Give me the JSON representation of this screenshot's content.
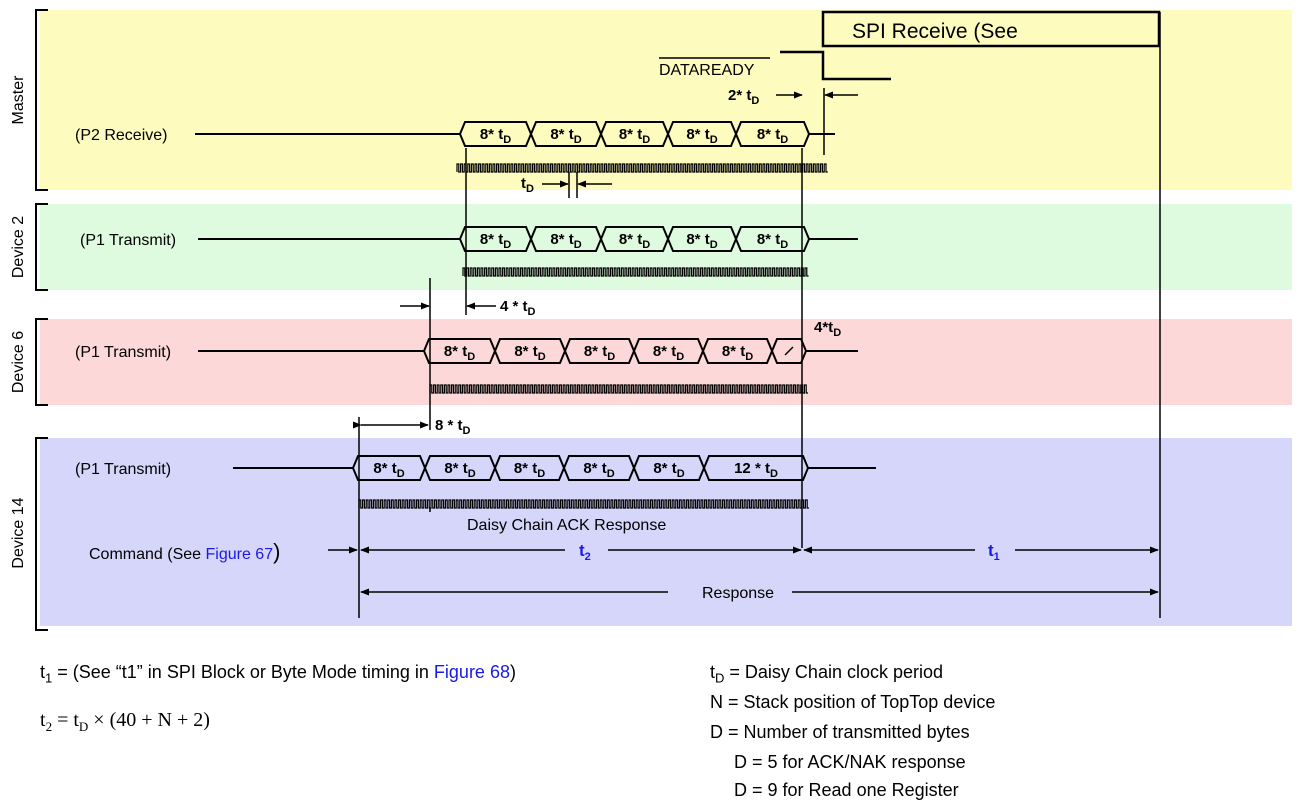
{
  "lanes": {
    "master": "Master",
    "device2": "Device 2",
    "device6": "Device 6",
    "device14": "Device 14"
  },
  "signals": {
    "p2_receive": "(P2 Receive)",
    "p1_transmit": "(P1 Transmit)"
  },
  "spi_receive": "SPI Receive (See",
  "dataready": "DATAREADY",
  "byte_label": "8* t",
  "twelve_label": "12 * t",
  "td_sub": "D",
  "timings": {
    "two_td": "2* t",
    "td": "t",
    "four_td": "4 * t",
    "four_td_compact": "4*t",
    "eight_td": "8 * t"
  },
  "daisy_chain_ack": "Daisy Chain ACK Response",
  "command_prefix": "Command (See ",
  "command_link": "Figure 67",
  "command_paren": ")",
  "t2": "t",
  "t2_sub": "2",
  "t1": "t",
  "t1_sub": "1",
  "response": "Response",
  "notes": {
    "t1_prefix": "= (See “t1” in SPI Block or Byte Mode timing in ",
    "t1_link": "Figure 68",
    "t1_suffix": ")",
    "t2_formula": " = t",
    "t2_formula_rest": " × (40 + N + 2)",
    "td_def": " = Daisy Chain clock period",
    "n_def": "N = Stack position of TopTop device",
    "d_def": "D = Number of transmitted bytes",
    "d_ack": "D = 5 for ACK/NAK response",
    "d_read": "D = 9 for Read one Register"
  },
  "colors": {
    "master_bg": "#fdfbbd",
    "device2_bg": "#dffbdf",
    "device6_bg": "#fcd8d8",
    "device14_bg": "#d6d6fb",
    "accent_blue": "#1a1ae6"
  }
}
